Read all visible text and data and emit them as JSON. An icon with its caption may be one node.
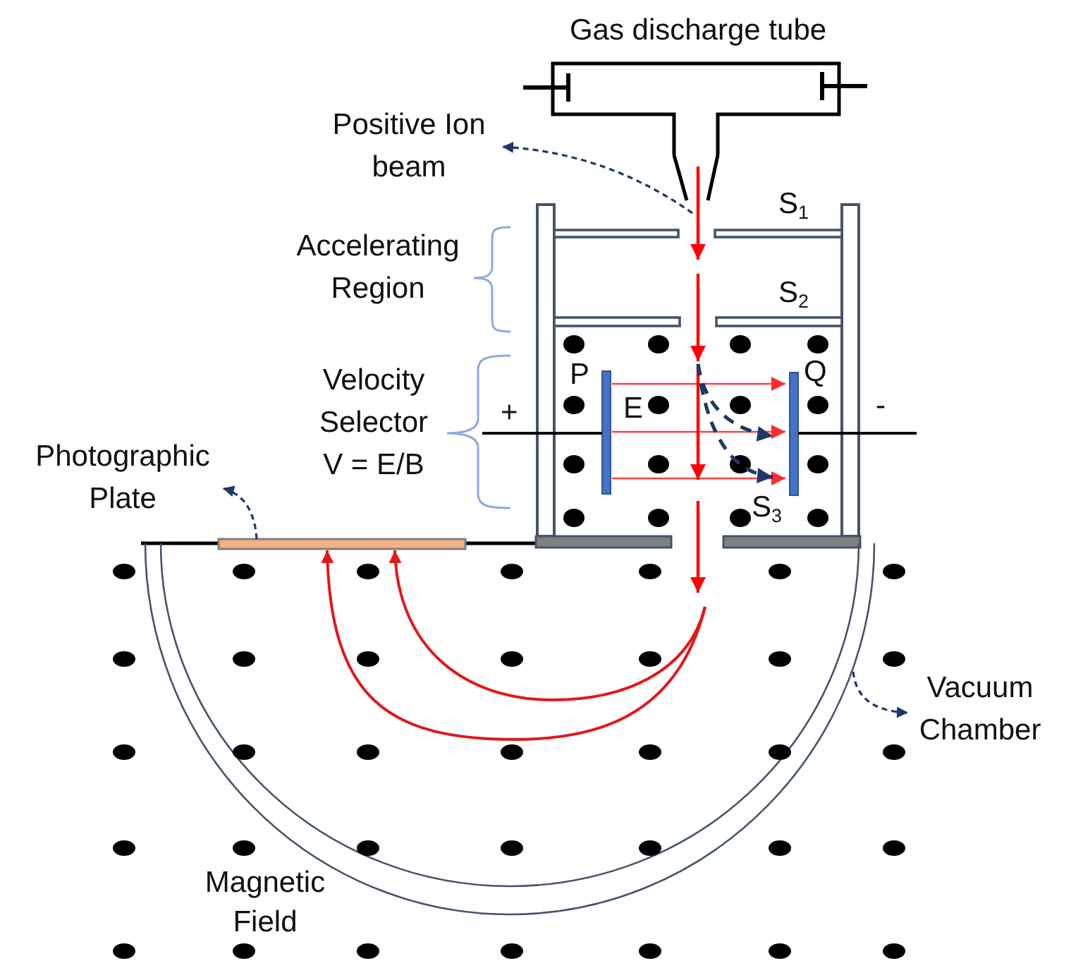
{
  "diagram": {
    "nodes": [
      {
        "text": [
          "Positive Ion beam"
        ]
      },
      {
        "text": [
          "Photographic Plate"
        ]
      },
      {
        "text": [],
        "shape": "bar"
      },
      {
        "text": [
          "Vacuum Chamber"
        ]
      },
      {
        "text": [],
        "shape": "arc"
      }
    ],
    "edges": [
      {
        "from": null,
        "to": 0,
        "arrow": "to",
        "style": "dashed"
      },
      {
        "from": 2,
        "to": 1,
        "arrow": "to",
        "style": "dashed"
      },
      {
        "from": 4,
        "to": 3,
        "arrow": "to",
        "style": "dashed"
      },
      {
        "from": 4,
        "to": 2,
        "arrow": "to",
        "color": "#e0191b"
      },
      {
        "from": 4,
        "to": 2,
        "arrow": "to",
        "color": "#e0191b"
      }
    ],
    "labels": [
      "Gas discharge tube",
      "S$_{1}$",
      "Accelerating Region",
      "S$_{2}$",
      "Velocity Selector V = E/B",
      "P",
      "Q",
      "+",
      "E",
      "-",
      "S$_{3}$",
      "Magnetic Field"
    ]
  }
}
